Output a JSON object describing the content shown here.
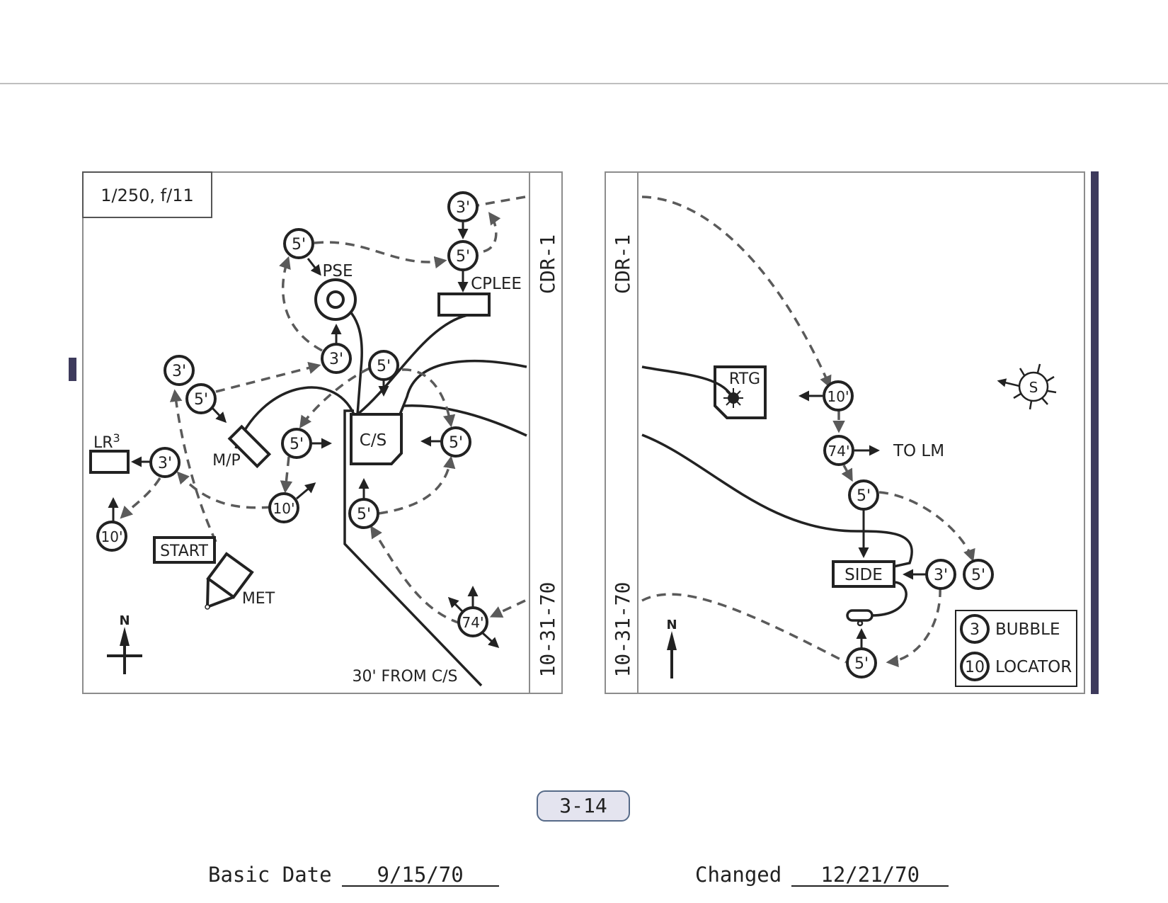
{
  "page": {
    "page_number": "3-14",
    "basic_date_label": "Basic Date",
    "basic_date_value": "9/15/70",
    "changed_label": "Changed",
    "changed_value": "12/21/70"
  },
  "left_panel": {
    "exposure": "1/250, f/11",
    "margin_top": "CDR-1",
    "margin_bottom": "10-31-70",
    "north_label": "N",
    "labels": {
      "pse": "PSE",
      "cplee": "CPLEE",
      "lr3": "LR",
      "lr3_sup": "3",
      "mp": "M/P",
      "cs": "C/S",
      "start": "START",
      "met": "MET",
      "from_cs": "30' FROM C/S"
    },
    "markers": [
      {
        "id": "l1",
        "label": "5'"
      },
      {
        "id": "l2",
        "label": "3'"
      },
      {
        "id": "l3",
        "label": "5'"
      },
      {
        "id": "l4",
        "label": "3'"
      },
      {
        "id": "l5",
        "label": "5'"
      },
      {
        "id": "l6",
        "label": "3'"
      },
      {
        "id": "l7",
        "label": "5'"
      },
      {
        "id": "l8",
        "label": "3'"
      },
      {
        "id": "l9",
        "label": "5'"
      },
      {
        "id": "l10",
        "label": "5'"
      },
      {
        "id": "l11",
        "label": "10'"
      },
      {
        "id": "l12",
        "label": "10'"
      },
      {
        "id": "l13",
        "label": "5'"
      },
      {
        "id": "l14",
        "label": "74'"
      }
    ]
  },
  "right_panel": {
    "margin_top": "CDR-1",
    "margin_bottom": "10-31-70",
    "north_label": "N",
    "sun_label": "S",
    "labels": {
      "rtg": "RTG",
      "to_lm": "TO  LM",
      "side": "SIDE"
    },
    "markers": [
      {
        "id": "r1",
        "label": "10'"
      },
      {
        "id": "r2",
        "label": "74'"
      },
      {
        "id": "r3",
        "label": "5'"
      },
      {
        "id": "r4",
        "label": "3'"
      },
      {
        "id": "r5",
        "label": "5'"
      },
      {
        "id": "r6",
        "label": "5'"
      }
    ],
    "legend": [
      {
        "symbol": "3",
        "label": "BUBBLE"
      },
      {
        "symbol": "10",
        "label": "LOCATOR"
      }
    ]
  },
  "colors": {
    "ink": "#222222",
    "dashed": "#5a5a5a",
    "frame": "#8c8c8c",
    "accent_bar": "#3d3a5c",
    "badge_fill": "#e4e4ef",
    "badge_border": "#566a88"
  }
}
